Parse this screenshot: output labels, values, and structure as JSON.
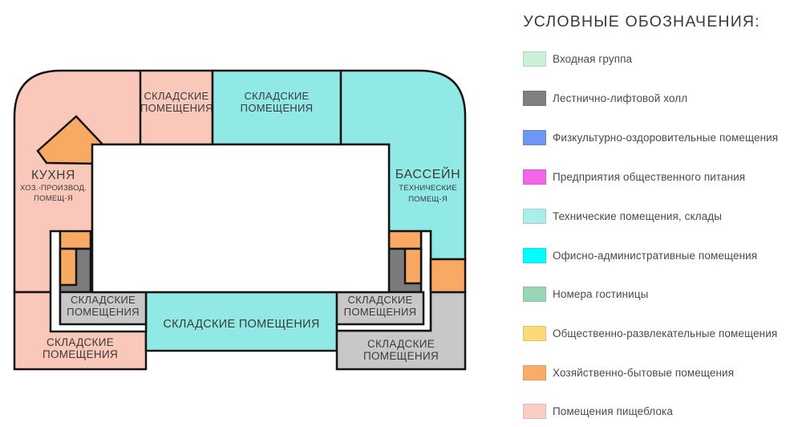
{
  "legend": {
    "title": "УСЛОВНЫЕ ОБОЗНАЧЕНИЯ:",
    "items": [
      {
        "label": "Входная группа",
        "color": "#c9f1d5"
      },
      {
        "label": "Лестнично-лифтовой холл",
        "color": "#808080"
      },
      {
        "label": "Физкультурно-оздоровительные помещения",
        "color": "#6d97f2"
      },
      {
        "label": "Предприятия общественного питания",
        "color": "#f266e8"
      },
      {
        "label": "Технические помещения, склады",
        "color": "#aaede9"
      },
      {
        "label": "Офисно-административные помещения",
        "color": "#00ffff"
      },
      {
        "label": "Номера гостиницы",
        "color": "#99d6b8"
      },
      {
        "label": "Общественно-развлекательные помещения",
        "color": "#fbda79"
      },
      {
        "label": "Хозяйственно-бытовые помещения",
        "color": "#f9ac6a"
      },
      {
        "label": "Помещения пищеблока",
        "color": "#facfc3"
      }
    ]
  },
  "plan": {
    "colors": {
      "pink": "#f9c8ba",
      "cyan": "#90e9e4",
      "orange": "#f8a963",
      "dark_gray": "#7b7b7b",
      "light_gray": "#c8c8c8",
      "white": "#ffffff",
      "outline": "#141414"
    },
    "labels": {
      "top_pink": [
        "СКЛАДСКИЕ",
        "ПОМЕЩЕНИЯ"
      ],
      "top_cyan": [
        "СКЛАДСКИЕ",
        "ПОМЕЩЕНИЯ"
      ],
      "kitchen": [
        "КУХНЯ",
        "ХОЗ.-ПРОИЗВОД.",
        "ПОМЕЩ-Я"
      ],
      "pool": [
        "БАССЕЙН",
        "ТЕХНИЧЕСКИЕ",
        "ПОМЕЩ-Я"
      ],
      "mid_left": [
        "СКЛАДСКИЕ",
        "ПОМЕЩЕНИЯ"
      ],
      "mid_right": [
        "СКЛАДСКИЕ",
        "ПОМЕЩЕНИЯ"
      ],
      "bottom_center": [
        "СКЛАДСКИЕ ПОМЕЩЕНИЯ"
      ],
      "bottom_left": [
        "СКЛАДСКИЕ",
        "ПОМЕЩЕНИЯ"
      ],
      "bottom_right": [
        "СКЛАДСКИЕ",
        "ПОМЕЩЕНИЯ"
      ]
    }
  }
}
